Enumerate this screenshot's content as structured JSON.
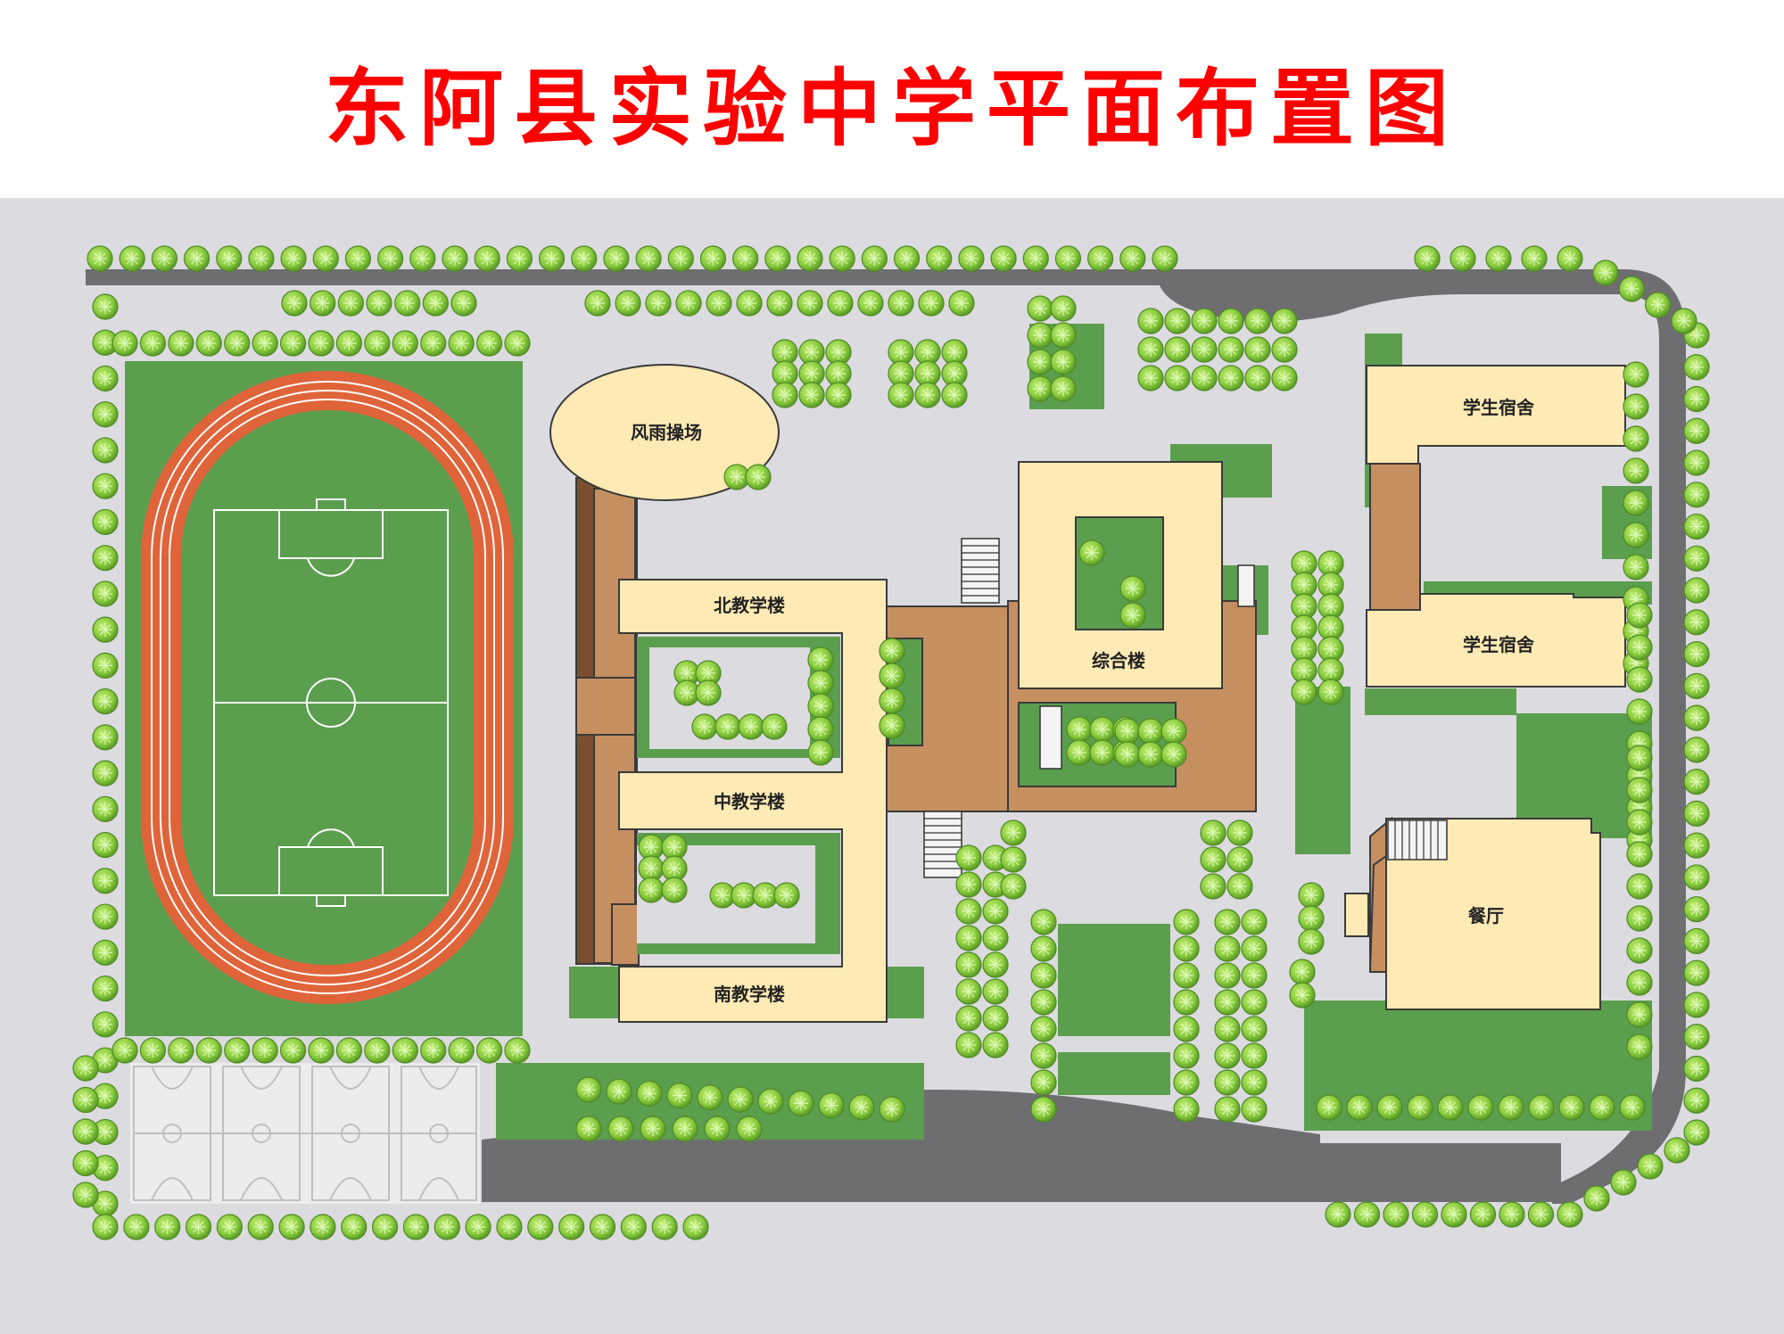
{
  "title": "东阿县实验中学平面布置图",
  "buildings": {
    "pavilion": "风雨操场",
    "north_teaching": "北教学楼",
    "middle_teaching": "中教学楼",
    "south_teaching": "南教学楼",
    "complex": "综合楼",
    "dorm_north": "学生宿舍",
    "dorm_south": "学生宿舍",
    "canteen": "餐厅"
  },
  "colors": {
    "title": "#ff0000",
    "background": "#dcdbdf",
    "lawn": "#5b9e4e",
    "road": "#6e6e70",
    "track": "#e0643a",
    "building": "#fdeab4",
    "walkway": "#c68f60",
    "tree_fill": "#8ccf3d",
    "court": "#ececec"
  },
  "icons": [
    "tree-icon",
    "stairs-icon",
    "soccer-field-icon",
    "basketball-court-icon"
  ]
}
